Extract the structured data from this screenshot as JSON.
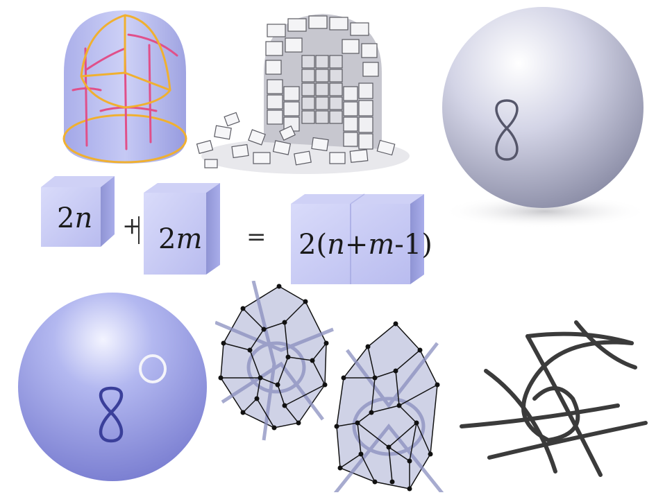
{
  "equation": {
    "term_a": {
      "coef": "2",
      "var": "n"
    },
    "plus": "+",
    "term_b": {
      "coef": "2",
      "var": "m"
    },
    "equals": "=",
    "result": {
      "open": "2(",
      "var1": "n",
      "plus": "+",
      "var2": "m",
      "close": "-1)"
    }
  },
  "colors": {
    "lavender": "#b9bff0",
    "lavender_dark": "#8e94d8",
    "loop_dark": "#3a3f9a",
    "orange": "#f0b030",
    "pink": "#e0508a",
    "gray_sphere": "#c9cbe0",
    "mesh_fill": "#cfd2e6",
    "mesh_line": "#111111",
    "tube": "#3b3b3b"
  },
  "icons": [
    "figure-eight-loop-icon",
    "circle-loop-icon"
  ]
}
